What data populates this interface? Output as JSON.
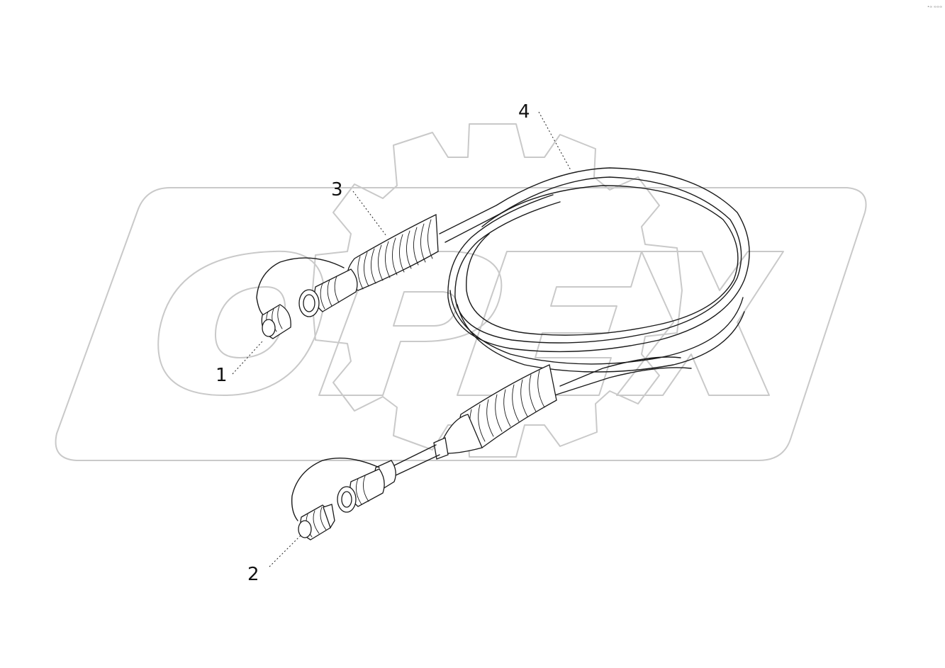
{
  "diagram": {
    "watermark_text": "OPEX",
    "corner_mark": "•∞ ∞∞∞",
    "callouts": [
      {
        "id": "1",
        "label": "1"
      },
      {
        "id": "2",
        "label": "2"
      },
      {
        "id": "3",
        "label": "3"
      },
      {
        "id": "4",
        "label": "4"
      }
    ],
    "colors": {
      "ink": "#1a1a1a",
      "watermark": "#c9c9c9",
      "background": "#ffffff"
    }
  }
}
